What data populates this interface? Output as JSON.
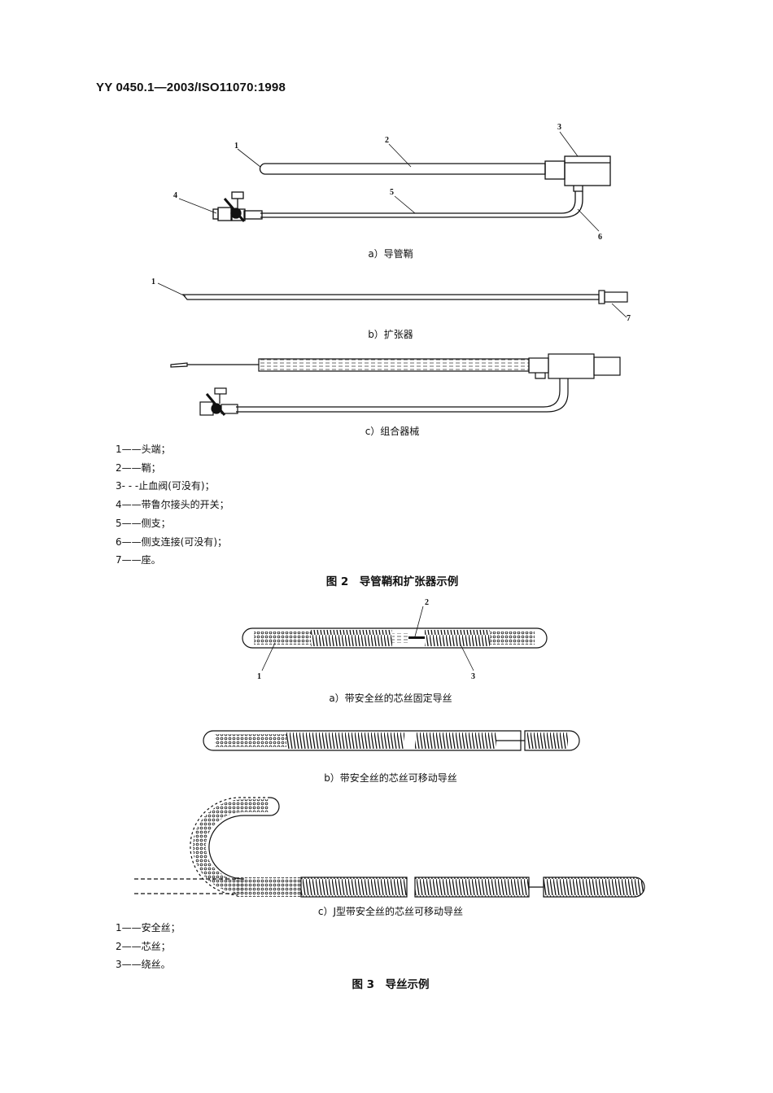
{
  "header": {
    "code": "YY 0450.1—2003/ISO11070:1998"
  },
  "figure2": {
    "callouts": {
      "n1": "1",
      "n2": "2",
      "n3": "3",
      "n4": "4",
      "n5": "5",
      "n6": "6",
      "b1": "1",
      "b7": "7"
    },
    "captions": {
      "a": "a）导管鞘",
      "b": "b）扩张器",
      "c": "c）组合器械"
    },
    "legend": [
      "1——头端；",
      "2——鞘；",
      "3- - -止血阀(可没有)；",
      "4——带鲁尔接头的开关；",
      "5——侧支；",
      "6——侧支连接(可没有)；",
      "7——座。"
    ],
    "title": "图 2　导管鞘和扩张器示例"
  },
  "figure3": {
    "callouts": {
      "n1": "1",
      "n2": "2",
      "n3": "3"
    },
    "captions": {
      "a": "a）带安全丝的芯丝固定导丝",
      "b": "b）带安全丝的芯丝可移动导丝",
      "c": "c）J型带安全丝的芯丝可移动导丝"
    },
    "legend": [
      "1——安全丝；",
      "2——芯丝；",
      "3——绕丝。"
    ],
    "title": "图 3　导丝示例"
  }
}
